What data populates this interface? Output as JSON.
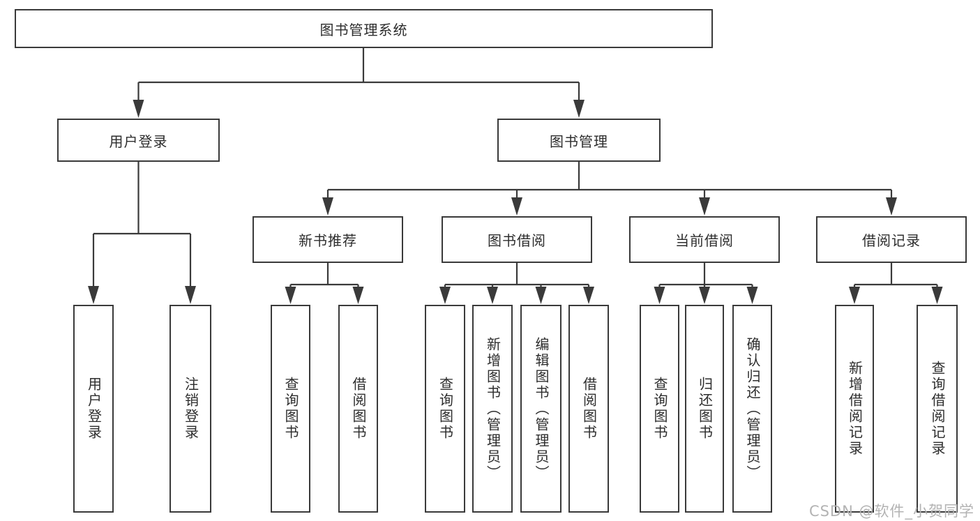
{
  "colors": {
    "line": "#3a3a3a",
    "box_border": "#3a3a3a",
    "text": "#2d2d2d",
    "watermark": "#b3b3b3",
    "background": "#ffffff"
  },
  "watermark": {
    "text": "CSDN @软件_小贺同学"
  },
  "tree": {
    "label": "图书管理系统",
    "children": [
      {
        "label": "用户登录",
        "children": [
          {
            "label": "用户登录"
          },
          {
            "label": "注销登录"
          }
        ]
      },
      {
        "label": "图书管理",
        "children": [
          {
            "label": "新书推荐",
            "children": [
              {
                "label": "查询图书"
              },
              {
                "label": "借阅图书"
              }
            ]
          },
          {
            "label": "图书借阅",
            "children": [
              {
                "label": "查询图书"
              },
              {
                "label": "新增图书（管理员）"
              },
              {
                "label": "编辑图书（管理员）"
              },
              {
                "label": "借阅图书"
              }
            ]
          },
          {
            "label": "当前借阅",
            "children": [
              {
                "label": "查询图书"
              },
              {
                "label": "归还图书"
              },
              {
                "label": "确认归还（管理员）"
              }
            ]
          },
          {
            "label": "借阅记录",
            "children": [
              {
                "label": "新增借阅记录"
              },
              {
                "label": "查询借阅记录"
              }
            ]
          }
        ]
      }
    ]
  }
}
